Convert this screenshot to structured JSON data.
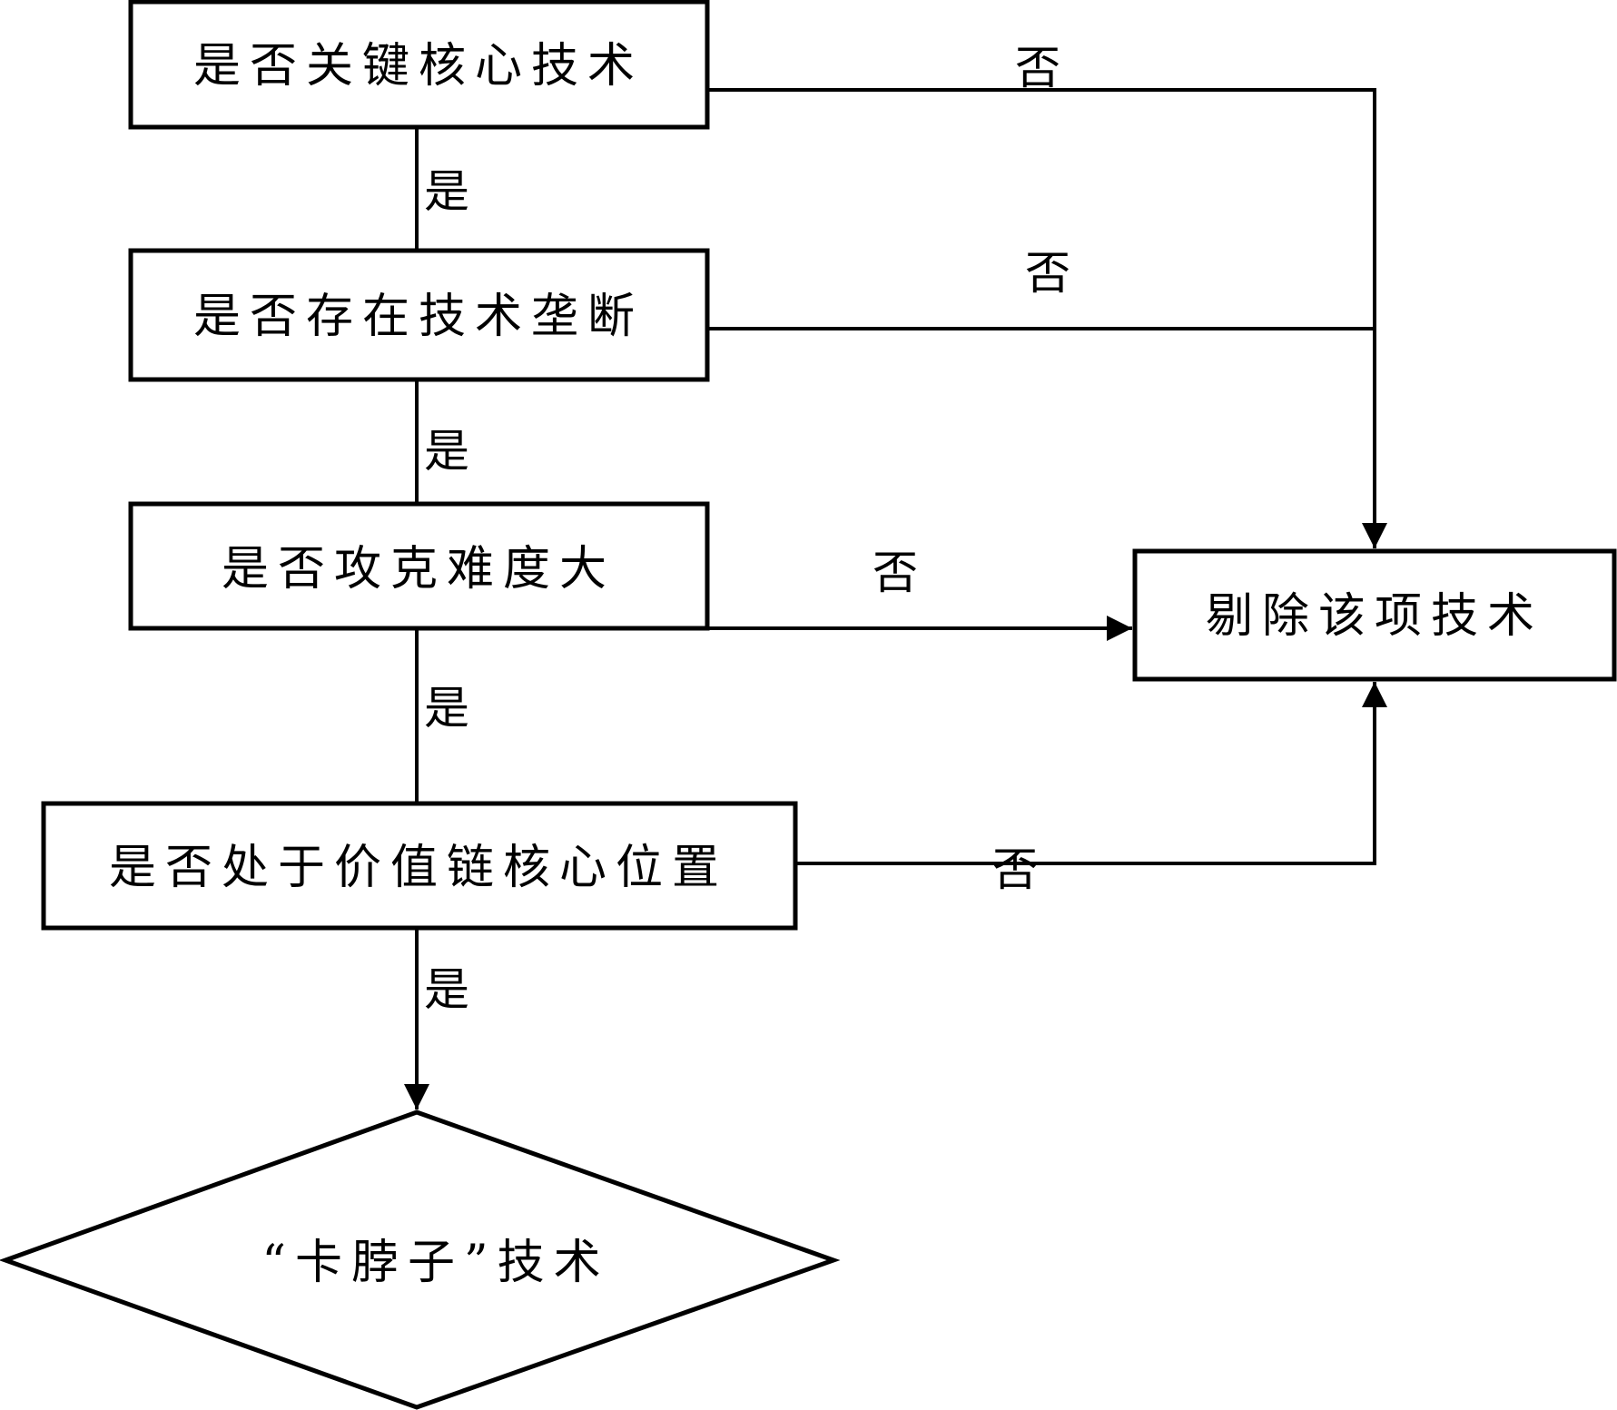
{
  "diagram": {
    "type": "flowchart",
    "nodes": [
      {
        "id": "q1",
        "shape": "rect",
        "label": "是否关键核心技术"
      },
      {
        "id": "q2",
        "shape": "rect",
        "label": "是否存在技术垄断"
      },
      {
        "id": "q3",
        "shape": "rect",
        "label": "是否攻克难度大"
      },
      {
        "id": "q4",
        "shape": "rect",
        "label": "是否处于价值链核心位置"
      },
      {
        "id": "reject",
        "shape": "rect",
        "label": "剔除该项技术"
      },
      {
        "id": "result",
        "shape": "diamond",
        "label": "“卡脖子”技术"
      }
    ],
    "edges": [
      {
        "from": "q1",
        "to": "q2",
        "label": "是"
      },
      {
        "from": "q2",
        "to": "q3",
        "label": "是"
      },
      {
        "from": "q3",
        "to": "q4",
        "label": "是"
      },
      {
        "from": "q4",
        "to": "result",
        "label": "是"
      },
      {
        "from": "q1",
        "to": "reject",
        "label": "否"
      },
      {
        "from": "q2",
        "to": "reject",
        "label": "否"
      },
      {
        "from": "q3",
        "to": "reject",
        "label": "否"
      },
      {
        "from": "q4",
        "to": "reject",
        "label": "否"
      }
    ]
  },
  "colors": {
    "stroke": "#000000",
    "background": "#ffffff"
  }
}
